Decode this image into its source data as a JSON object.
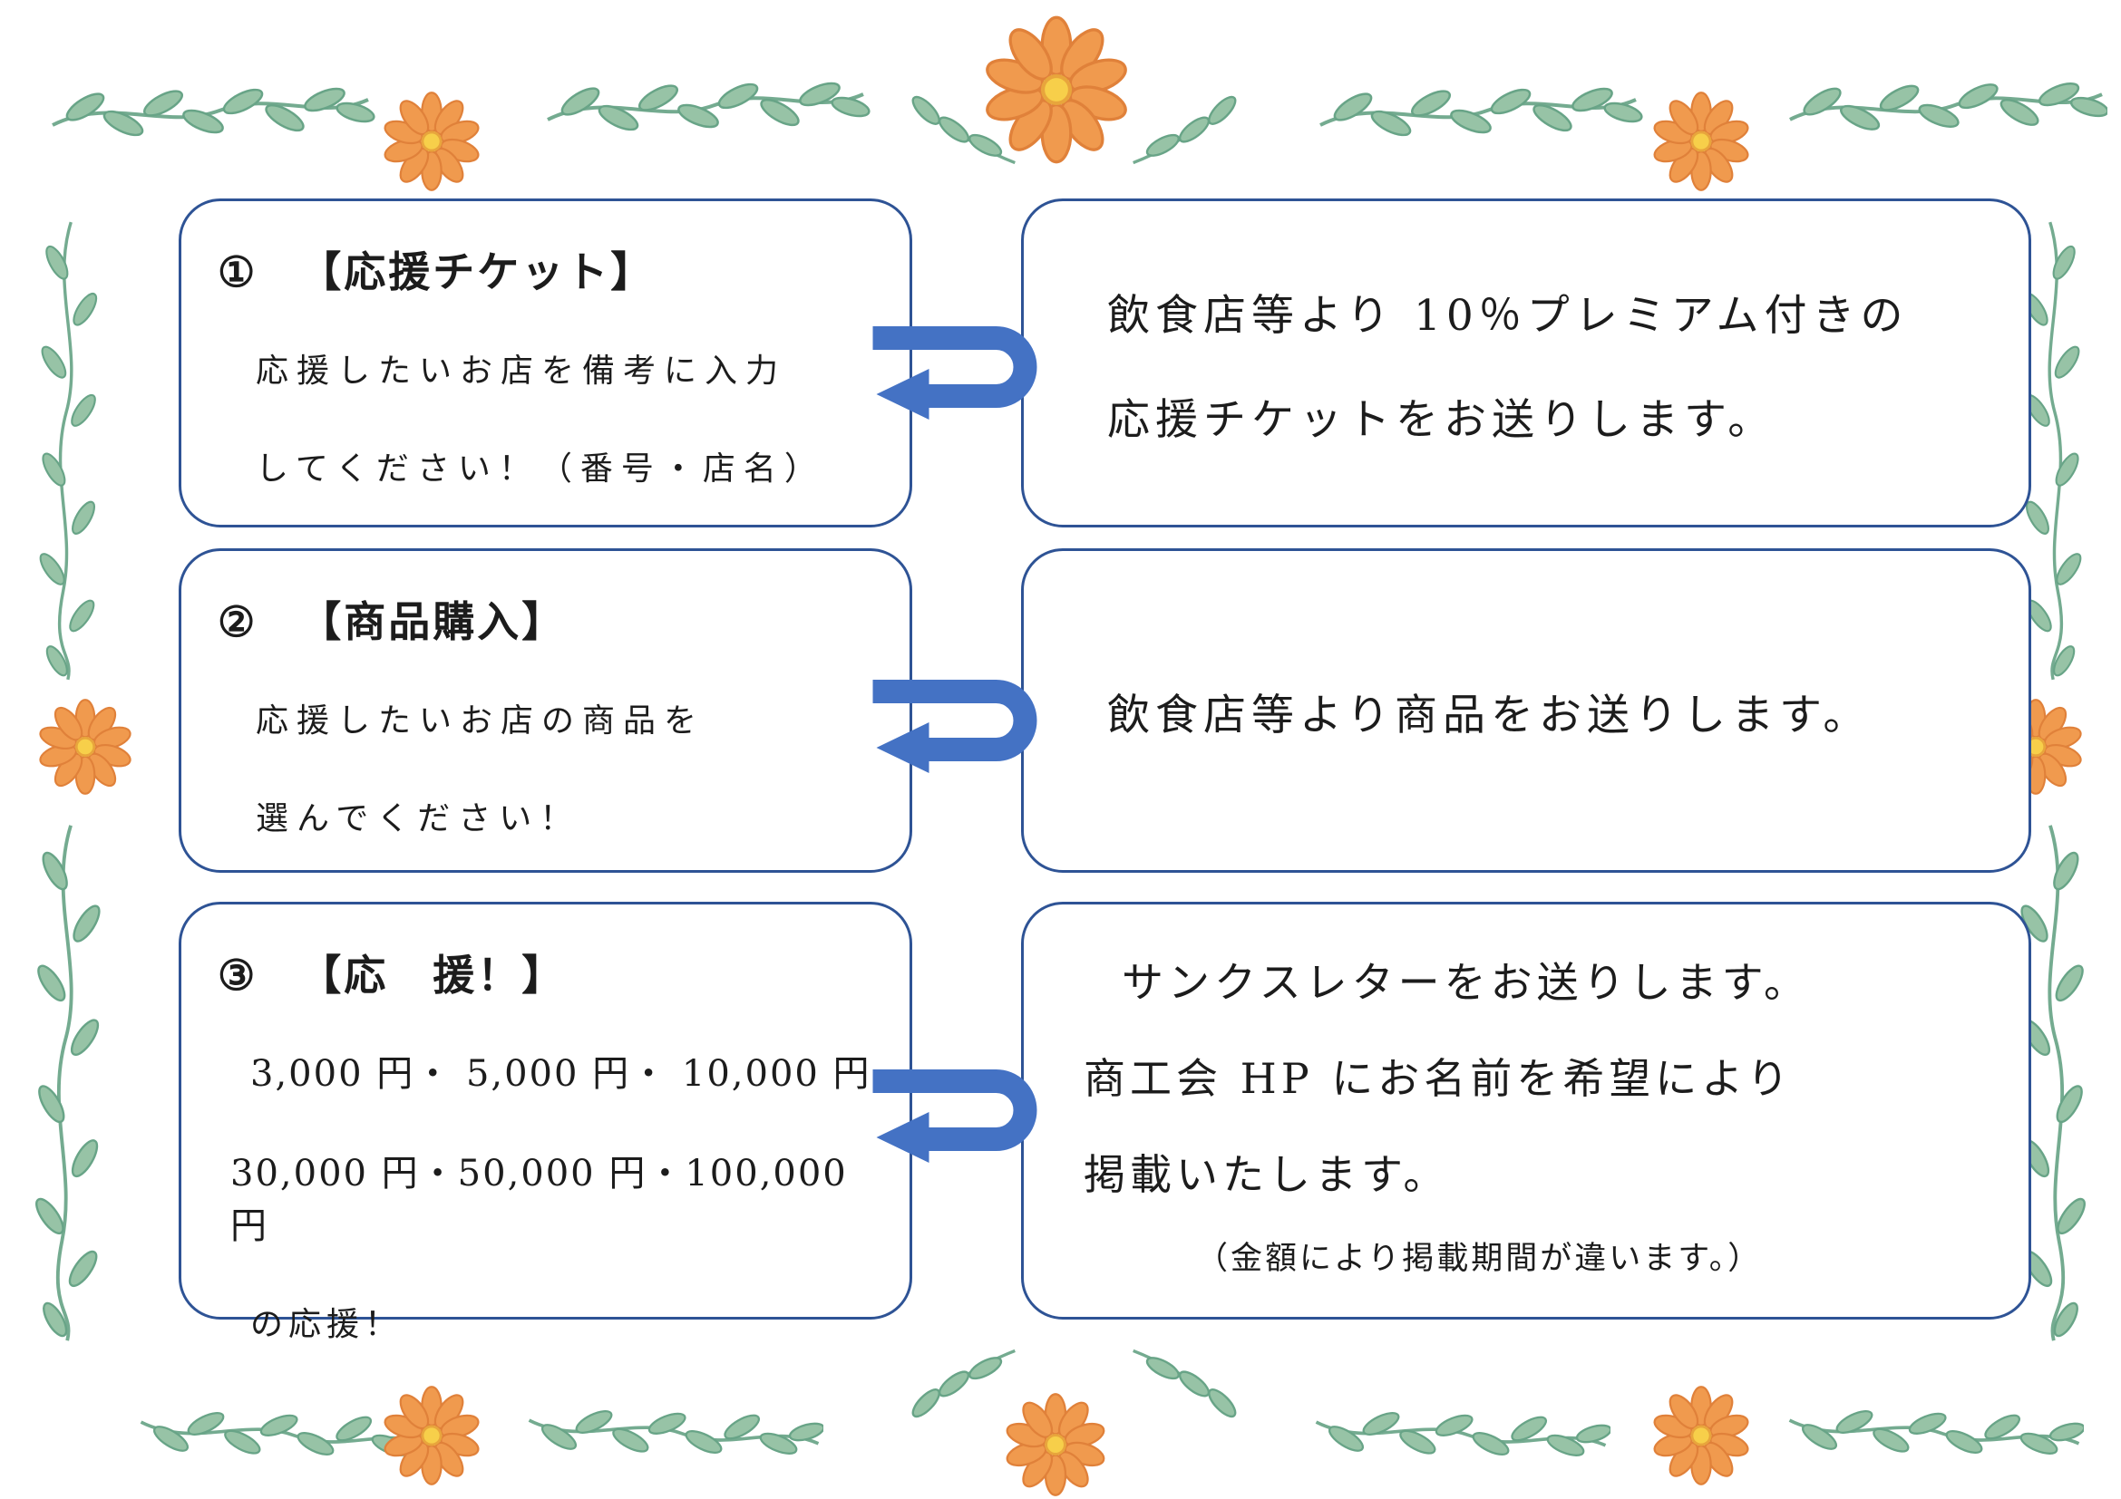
{
  "rows": [
    {
      "left": {
        "number": "①",
        "title": "【応援チケット】",
        "body": [
          "応援したいお店を備考に入力",
          "してください！（番号・店名）"
        ]
      },
      "right": {
        "lines": [
          "飲食店等より 10％プレミアム付きの",
          "応援チケットをお送りします。"
        ]
      }
    },
    {
      "left": {
        "number": "②",
        "title": "【商品購入】",
        "body": [
          "応援したいお店の商品を",
          "選んでください！"
        ]
      },
      "right": {
        "lines": [
          "飲食店等より商品をお送りします。"
        ]
      }
    },
    {
      "left": {
        "number": "③",
        "title": "【応　援！】",
        "body": [
          "3,000 円・ 5,000 円・ 10,000 円",
          "30,000 円・50,000 円・100,000 円",
          "の応援！"
        ]
      },
      "right": {
        "lines": [
          "サンクスレターをお送りします。",
          "商工会 HP にお名前を希望により",
          "掲載いたします。"
        ],
        "note": "（金額により掲載期間が違います。）"
      }
    }
  ],
  "colors": {
    "box_border": "#2e5395",
    "arrow_blue": "#4472c4",
    "flower_petal": "#f09a4e",
    "flower_center": "#f7cf4a",
    "leaf_green": "#97c3a6",
    "stem_green": "#74ab90",
    "text": "#1c1c1c"
  },
  "decor": {
    "flower": "orange-daisy-flower",
    "vine": "green-leaf-vine",
    "sprig": "green-leaf-sprig",
    "arrow": "u-turn-left-arrow"
  }
}
